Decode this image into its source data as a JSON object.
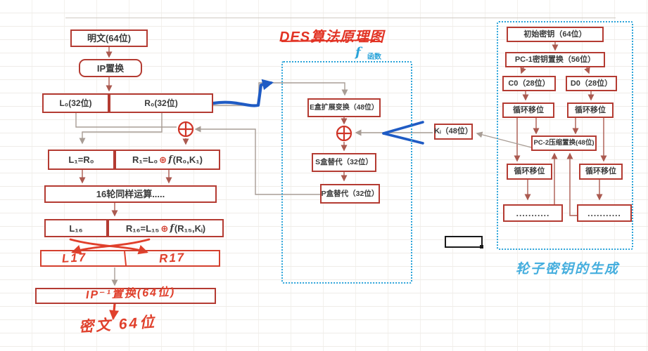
{
  "title": {
    "text": "DES算法原理图"
  },
  "colors": {
    "box_border": "#b43b32",
    "handwriting_red": "#e0402c",
    "accent_blue": "#2aa3d9",
    "hand_arrow_blue": "#1f5bc4",
    "title_red": "#e23324"
  },
  "main_flow": {
    "plaintext": "明文(64位)",
    "ip_permutation": "IP置换",
    "l0": "L₀(32位)",
    "r0": "R₀(32位)",
    "l1": "L₁=R₀",
    "r1_a": "R₁=L₀ ",
    "r1_op": "⊕",
    "r1_f": "f",
    "r1_b": "(R₀,K₁)",
    "rounds": "16轮同样运算.....",
    "l16": "L₁₆",
    "r16_a": "R₁₆=L₁₅ ",
    "r16_op": "⊕",
    "r16_f": "f",
    "r16_b": "(R₁₅,Kᵢ)"
  },
  "handwritten": {
    "l17": "L17",
    "r17": "R17",
    "final_permutation": "IP⁻¹置换(64位)",
    "ciphertext": "密文 64位"
  },
  "f_function": {
    "f": "f",
    "fn": "函数",
    "e_box": "E盒扩展变换（48位）",
    "s_box": "S盒替代（32位）",
    "p_box": "P盒替代（32位）"
  },
  "key_schedule": {
    "initial_key": "初始密钥（64位）",
    "pc1": "PC-1密钥置换（56位）",
    "c0": "C0（28位）",
    "d0": "D0（28位）",
    "shift": "循环移位",
    "pc2": "PC-2压缩置换(48位)",
    "dots": "...........",
    "ki": "Kᵢ（48位）",
    "caption": "轮子密钥的生成"
  }
}
